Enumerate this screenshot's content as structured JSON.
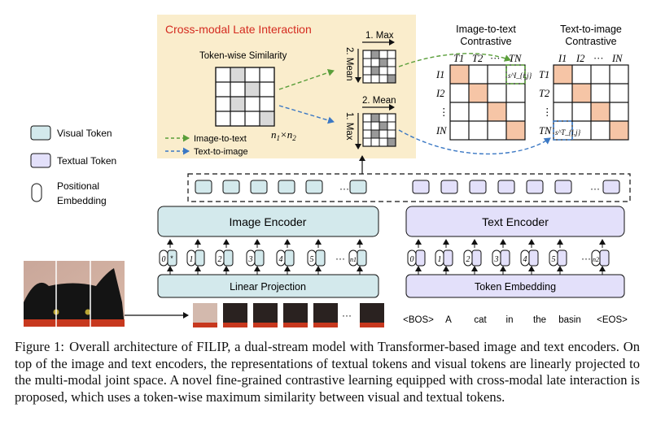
{
  "late_interaction": {
    "title": "Cross-modal Late Interaction",
    "similarity_label": "Token-wise Similarity",
    "size_label_parts": [
      "n",
      "1",
      "×n",
      "2"
    ],
    "max_label_top": "1. Max",
    "mean_label_side": "2. Mean",
    "mean_label_bottom": "2. Mean",
    "max_label_side": "1. Max",
    "legend_i2t": "Image-to-text",
    "legend_t2i": "Text-to-image"
  },
  "i2t": {
    "title_line1": "Image-to-text",
    "title_line2": "Contrastive",
    "cols": [
      "T1",
      "T2",
      "···",
      "TN"
    ],
    "rows": [
      "I1",
      "I2",
      "⋮",
      "IN"
    ],
    "cell_label": "s^I_{i,j}"
  },
  "t2i": {
    "title_line1": "Text-to-image",
    "title_line2": "Contrastive",
    "cols": [
      "I1",
      "I2",
      "···",
      "IN"
    ],
    "rows": [
      "T1",
      "T2",
      "⋮",
      "TN"
    ],
    "cell_label": "s^T_{i,j}"
  },
  "legend": {
    "visual_token": "Visual Token",
    "textual_token": "Textual Token",
    "positional_line1": "Positional",
    "positional_line2": "Embedding"
  },
  "image_encoder": {
    "label": "Image Encoder"
  },
  "text_encoder": {
    "label": "Text Encoder"
  },
  "linear_projection": {
    "label": "Linear Projection"
  },
  "token_embedding": {
    "label": "Token Embedding"
  },
  "image_positions": [
    "0",
    "1",
    "2",
    "3",
    "4",
    "5",
    "n1"
  ],
  "text_positions": [
    "0",
    "1",
    "2",
    "3",
    "4",
    "5",
    "n2"
  ],
  "ellipsis": "···",
  "words": [
    "<BOS>",
    "A",
    "cat",
    "in",
    "the",
    "basin",
    "<EOS>"
  ],
  "colors": {
    "visual": "#d3e9ec",
    "textual": "#e3e0fa",
    "panel": "#faedcc",
    "highlight": "#f6c5a6",
    "gray": "#d9d9d9",
    "green": "#5a9e3a",
    "blue": "#3b78c4",
    "title_red": "#d42a1f"
  },
  "caption": {
    "label": "Figure 1:",
    "text": "Overall architecture of FILIP, a dual-stream model with Transformer-based image and text encoders. On top of the image and text encoders, the representations of textual tokens and visual tokens are linearly projected to the multi-modal joint space. A novel fine-grained contrastive learning equipped with cross-modal late interaction is proposed, which uses a token-wise maximum similarity between visual and textual tokens."
  }
}
